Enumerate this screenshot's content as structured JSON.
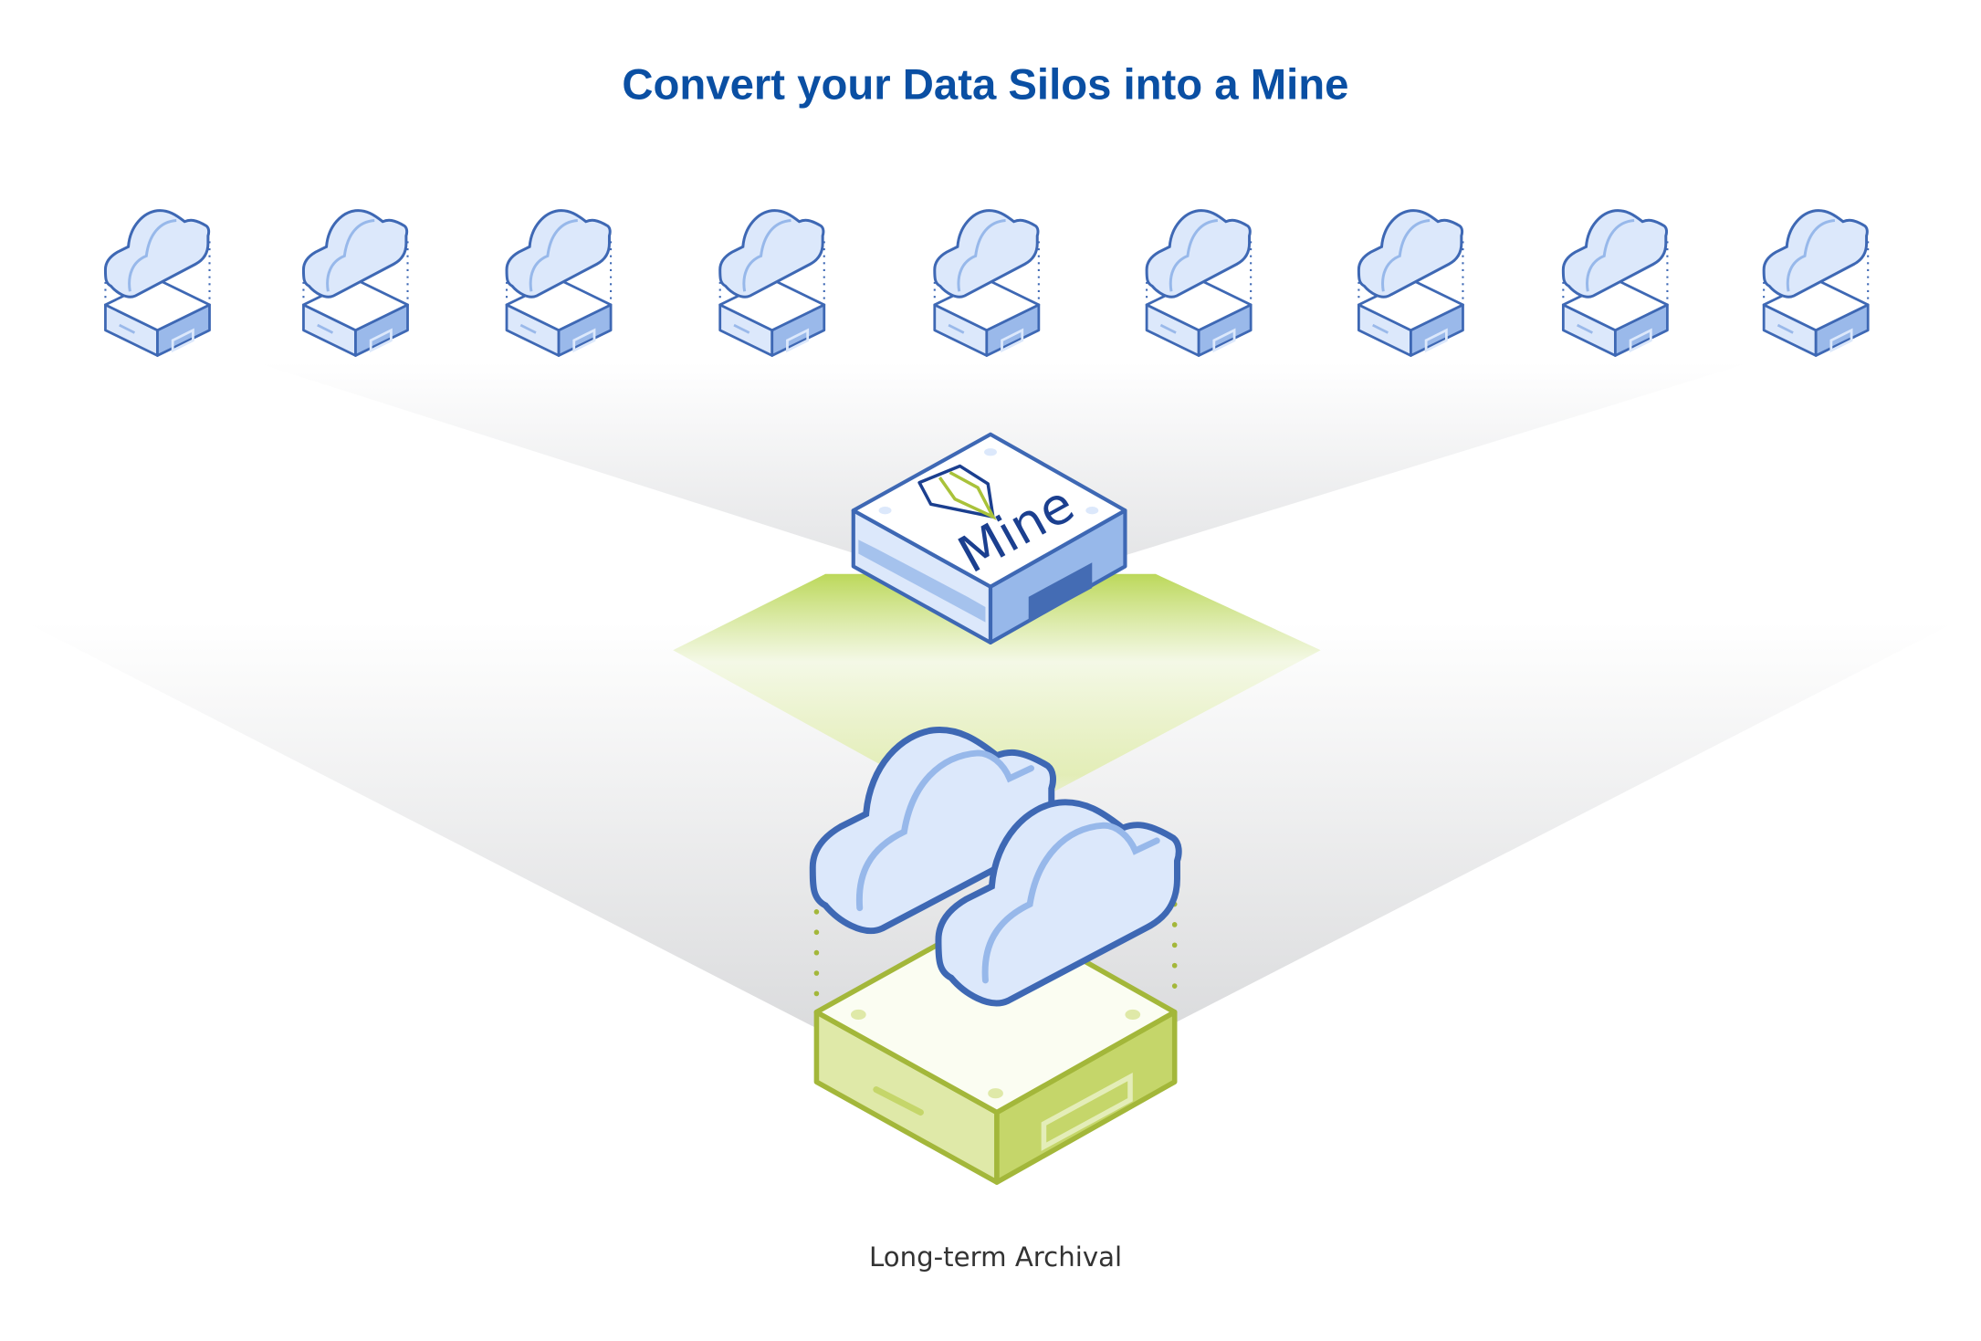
{
  "title": "Convert your Data Silos into a Mine",
  "mine": {
    "label": "Mine"
  },
  "archive": {
    "label": "Long-term Archival"
  },
  "silos": {
    "count": 9,
    "icon": "cloud-storage-silo-icon"
  },
  "colors": {
    "title": "#0a4fa3",
    "blue_stroke": "#3e68b4",
    "blue_light": "#dce8fb",
    "blue_mid": "#97b8ea",
    "green_stroke": "#a3b73a",
    "green_light": "#dfe9a8",
    "green_mid": "#c5d66a"
  }
}
